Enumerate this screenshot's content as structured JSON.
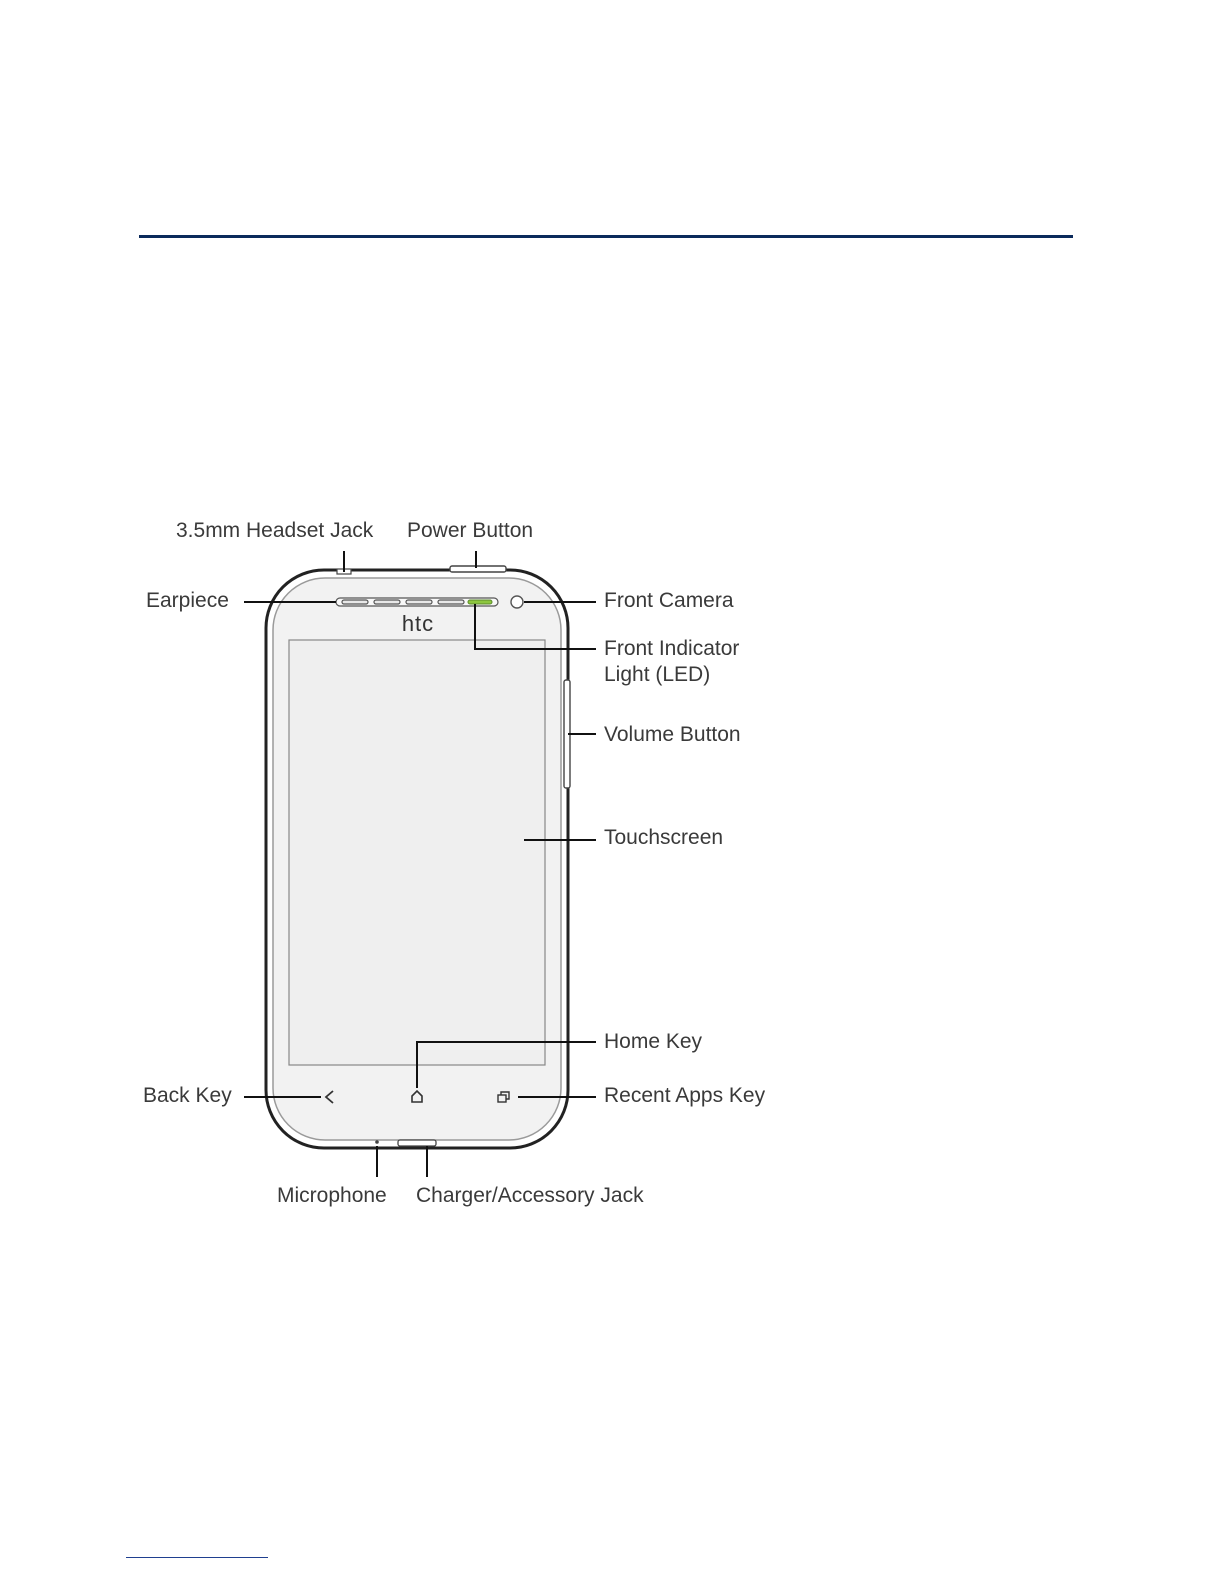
{
  "diagram": {
    "brand_logo": "htc",
    "colors": {
      "header_rule": "#0b2a5b",
      "footer_rule": "#1f3f8f",
      "led": "#8dc63f",
      "label_text": "#3a3a3a"
    },
    "labels": {
      "headset_jack": "3.5mm Headset Jack",
      "power_button": "Power Button",
      "earpiece": "Earpiece",
      "front_camera": "Front Camera",
      "front_indicator_line1": "Front Indicator",
      "front_indicator_line2": "Light (LED)",
      "volume_button": "Volume Button",
      "touchscreen": "Touchscreen",
      "home_key": "Home Key",
      "back_key": "Back Key",
      "recent_apps_key": "Recent Apps Key",
      "microphone": "Microphone",
      "charger_jack": "Charger/Accessory Jack"
    }
  }
}
